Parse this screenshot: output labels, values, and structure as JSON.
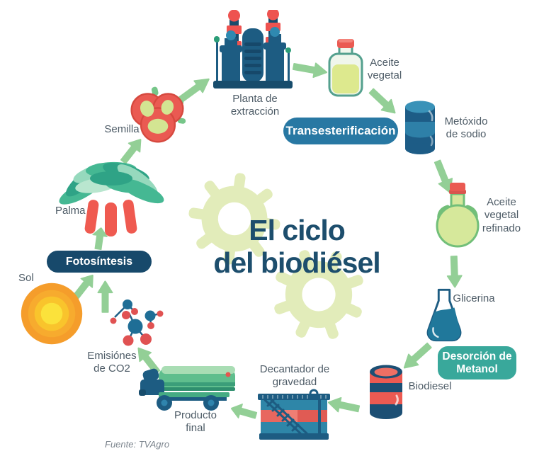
{
  "title": {
    "line1": "El ciclo",
    "line2": "del biodiésel"
  },
  "source": "Fuente: TVAgro",
  "stages": {
    "sol": {
      "label": "Sol"
    },
    "fotosintesis": {
      "label": "Fotosíntesis"
    },
    "palma": {
      "label": "Palma"
    },
    "semilla": {
      "label": "Semilla"
    },
    "planta": {
      "label": "Planta de extracción"
    },
    "aceite_vegetal": {
      "label": "Aceite vegetal"
    },
    "transesterificacion": {
      "label": "Transesterificación"
    },
    "metoxido": {
      "label": "Metóxido de sodio"
    },
    "aceite_refinado": {
      "label": "Aceite vegetal refinado"
    },
    "glicerina": {
      "label": "Glicerina"
    },
    "desorcion": {
      "label": "Desorción de Metanol"
    },
    "biodiesel": {
      "label": "Biodiesel"
    },
    "decantador": {
      "label": "Decantador de gravedad"
    },
    "producto_final": {
      "label": "Producto final"
    },
    "emisiones": {
      "label": "Emisiónes de CO2"
    }
  },
  "colors": {
    "title_text": "#1d4e6d",
    "label_text": "#4d5b66",
    "badge_navy": "#17496b",
    "badge_blue": "#2878a3",
    "badge_teal": "#39a89b",
    "arrow_green": "#93cf96",
    "gear_green": "#e2ecba",
    "illustration_navy": "#1d5c82",
    "illustration_red": "#ea5a52",
    "oil_green": "#dde98e"
  }
}
